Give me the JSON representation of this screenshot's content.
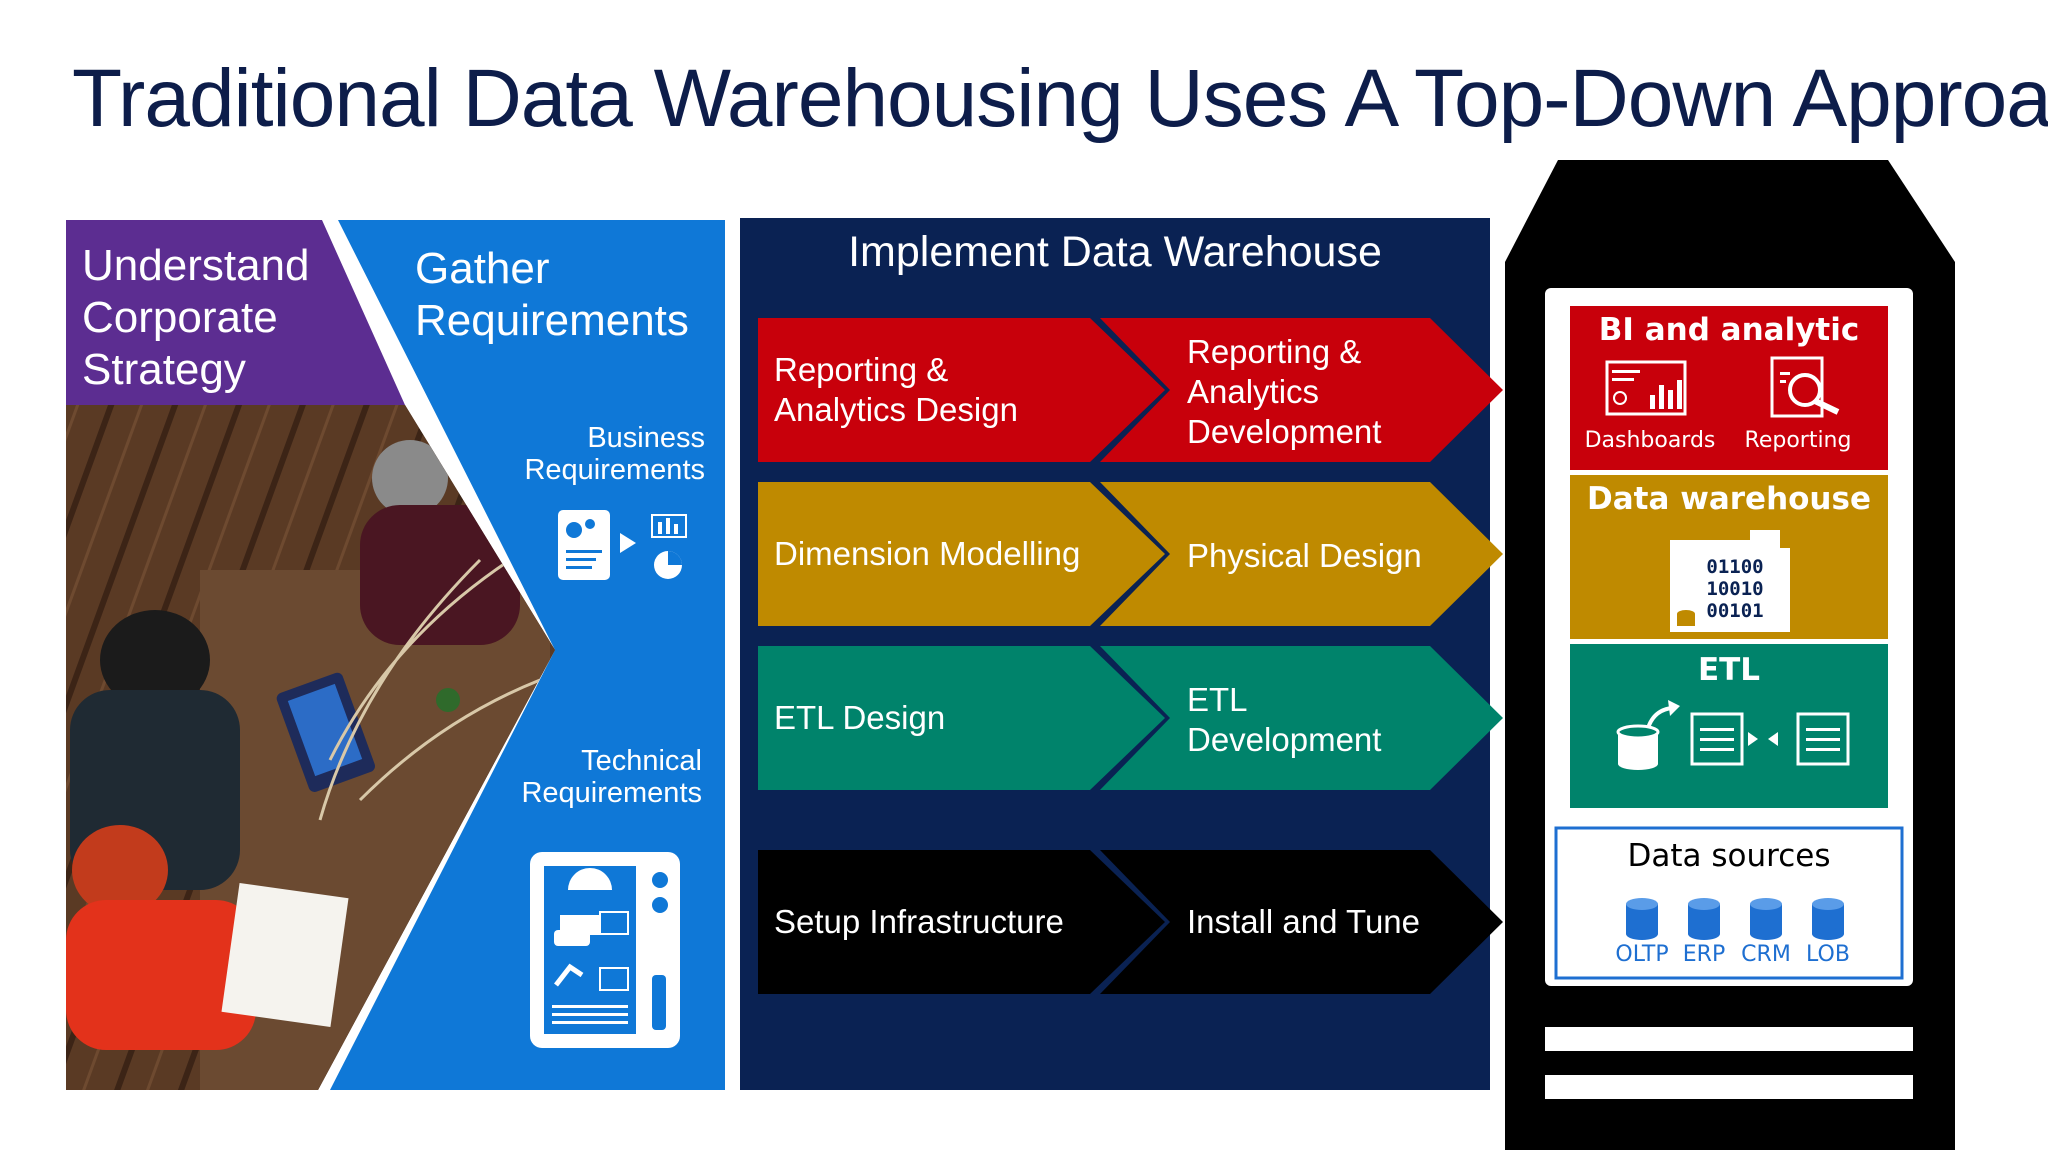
{
  "title": "Traditional Data Warehousing Uses A Top-Down Approach",
  "understand": {
    "line1": "Understand",
    "line2": "Corporate",
    "line3": "Strategy"
  },
  "gather": {
    "line1": "Gather",
    "line2": "Requirements",
    "business": {
      "line1": "Business",
      "line2": "Requirements"
    },
    "technical": {
      "line1": "Technical",
      "line2": "Requirements"
    }
  },
  "implement": {
    "title": "Implement Data Warehouse",
    "rows": [
      {
        "left": [
          "Reporting &",
          "Analytics Design"
        ],
        "right": [
          "Reporting &",
          "Analytics",
          "Development"
        ],
        "color": "#c8000b"
      },
      {
        "left": [
          "Dimension Modelling"
        ],
        "right": [
          "Physical Design"
        ],
        "color": "#bf8a00"
      },
      {
        "left": [
          "ETL Design"
        ],
        "right": [
          "ETL",
          "Development"
        ],
        "color": "#00836b"
      },
      {
        "left": [
          "Setup Infrastructure"
        ],
        "right": [
          "Install and Tune"
        ],
        "color": "#000000"
      }
    ]
  },
  "stack": {
    "bi": {
      "title": "BI and analytic",
      "dashboards": "Dashboards",
      "reporting": "Reporting",
      "color": "#c8000b"
    },
    "dw": {
      "title": "Data warehouse",
      "binary": [
        "01100",
        "10010",
        "00101"
      ],
      "color": "#bf8a00"
    },
    "etl": {
      "title": "ETL",
      "color": "#00836b"
    },
    "sources": {
      "title": "Data sources",
      "items": [
        "OLTP",
        "ERP",
        "CRM",
        "LOB"
      ],
      "accent": "#1e6fd1"
    }
  },
  "colors": {
    "purple": "#5c2d91",
    "blue": "#0f78d7",
    "navy": "#0a2253"
  }
}
